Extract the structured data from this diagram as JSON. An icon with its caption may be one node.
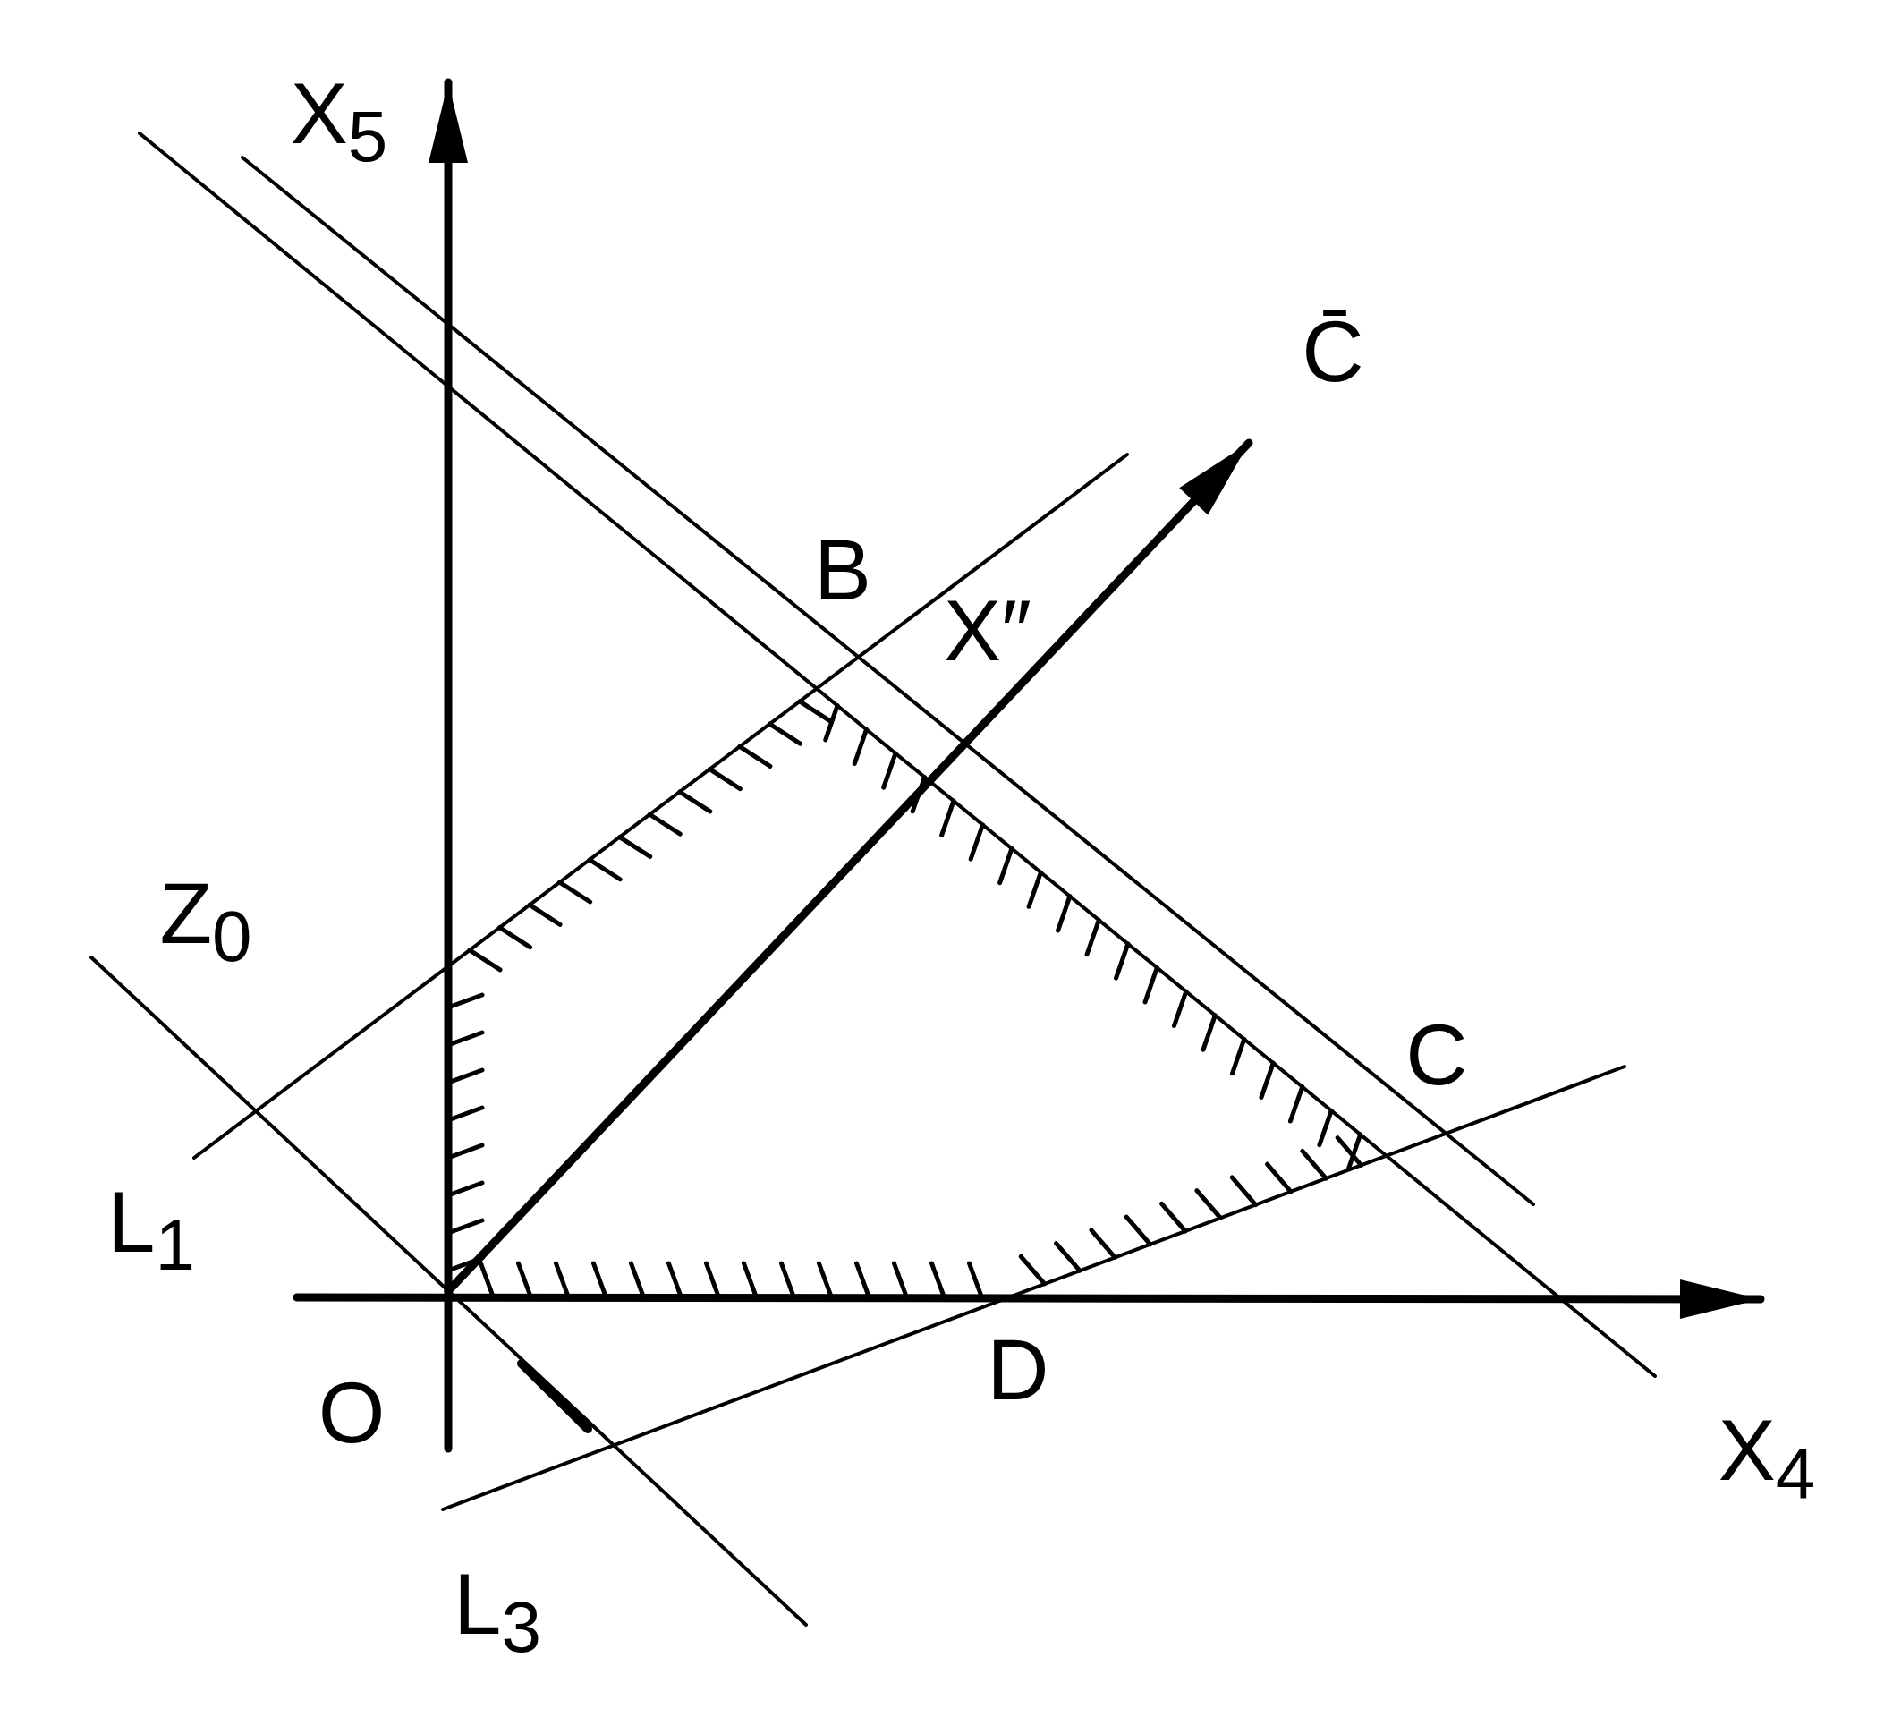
{
  "diagram": {
    "labels": [
      "X$_{5}$",
      "C̄",
      "B",
      "X″",
      "Z$_{0}$",
      "C",
      "L$_{1}$",
      "O",
      "D",
      "X$_{4}$",
      "L$_{3}$"
    ]
  }
}
